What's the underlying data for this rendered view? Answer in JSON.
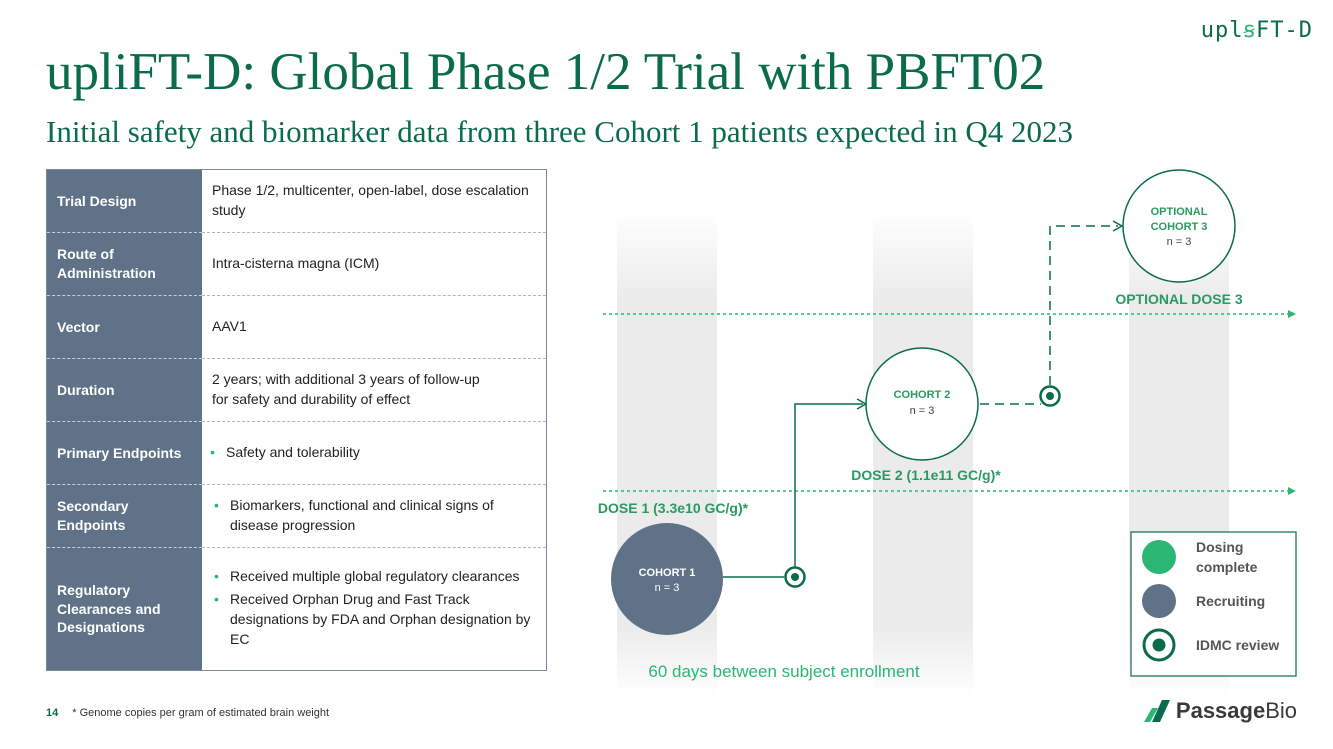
{
  "logo_top": {
    "pre": "upl",
    "helix": "ꞩ",
    "post": "FT-D"
  },
  "title": "upliFT-D: Global Phase 1/2 Trial with PBFT02",
  "subtitle": "Initial safety and biomarker data from three Cohort 1 patients expected in Q4 2023",
  "table": {
    "trial_design": {
      "label": "Trial Design",
      "value": "Phase 1/2, multicenter, open-label, dose escalation study"
    },
    "route": {
      "label": "Route of Administration",
      "value": "Intra-cisterna magna (ICM)"
    },
    "vector": {
      "label": "Vector",
      "value": "AAV1"
    },
    "duration": {
      "label": "Duration",
      "value_line1": "2 years; with additional 3 years of follow-up",
      "value_line2": "for safety and durability of effect"
    },
    "primary": {
      "label": "Primary Endpoints",
      "items": [
        "Safety and tolerability"
      ]
    },
    "secondary": {
      "label": "Secondary Endpoints",
      "items": [
        "Biomarkers, functional and clinical signs of disease progression"
      ]
    },
    "regulatory": {
      "label": "Regulatory Clearances and Designations",
      "items": [
        "Received multiple global regulatory clearances",
        "Received Orphan Drug and Fast Track designations by FDA and Orphan designation by EC"
      ]
    }
  },
  "diagram": {
    "cohort1": {
      "name": "COHORT 1",
      "n": "n = 3",
      "status": "Recruiting"
    },
    "cohort2": {
      "name": "COHORT 2",
      "n": "n = 3"
    },
    "cohort3": {
      "name_line1": "OPTIONAL",
      "name_line2": "COHORT 3",
      "n": "n = 3"
    },
    "dose1": "DOSE 1 (3.3e10 GC/g)*",
    "dose2": "DOSE 2 (1.1e11 GC/g)*",
    "dose3": "OPTIONAL DOSE 3",
    "enrollment_note": "60 days between subject enrollment",
    "legend": {
      "dosing_line1": "Dosing",
      "dosing_line2": "complete",
      "recruiting": "Recruiting",
      "idmc": "IDMC review"
    }
  },
  "colors": {
    "brand_dark_green": "#0b6b4c",
    "accent_green": "#2bb673",
    "recruiting_slate": "#5f7287",
    "column_gray": "#eeeeee"
  },
  "footer": {
    "page_number": "14",
    "footnote": "* Genome copies per gram of estimated brain weight",
    "brand_bold": "Passage",
    "brand_regular": "Bio"
  }
}
